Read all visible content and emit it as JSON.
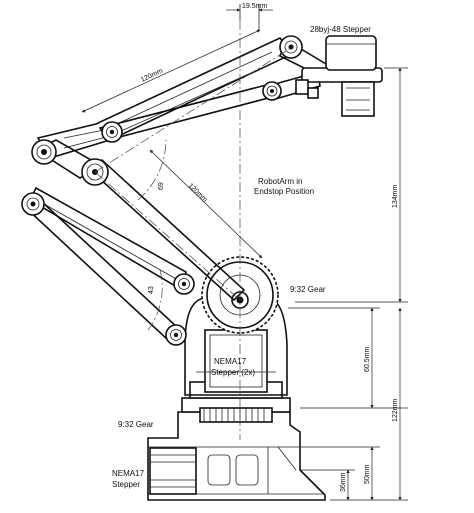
{
  "labels": {
    "stepper_small": "28byj-48 Stepper",
    "dim_top": "19.5mm",
    "dim_upper_arm": "120mm",
    "dim_forearm": "120mm",
    "angle_69": "69",
    "angle_43": "43",
    "note_line1": "RobotArm in",
    "note_line2": "Endstop Position",
    "gear_upper": "9:32 Gear",
    "motor_line1": "NEMA17",
    "motor_line2": "Stepper (2x)",
    "gear_lower": "9:32 Gear",
    "base_motor_line1": "NEMA17",
    "base_motor_line2": "Stepper",
    "dim_134": "134mm",
    "dim_605": "60.5mm",
    "dim_122": "122mm",
    "dim_50": "50mm",
    "dim_36": "36mm"
  }
}
